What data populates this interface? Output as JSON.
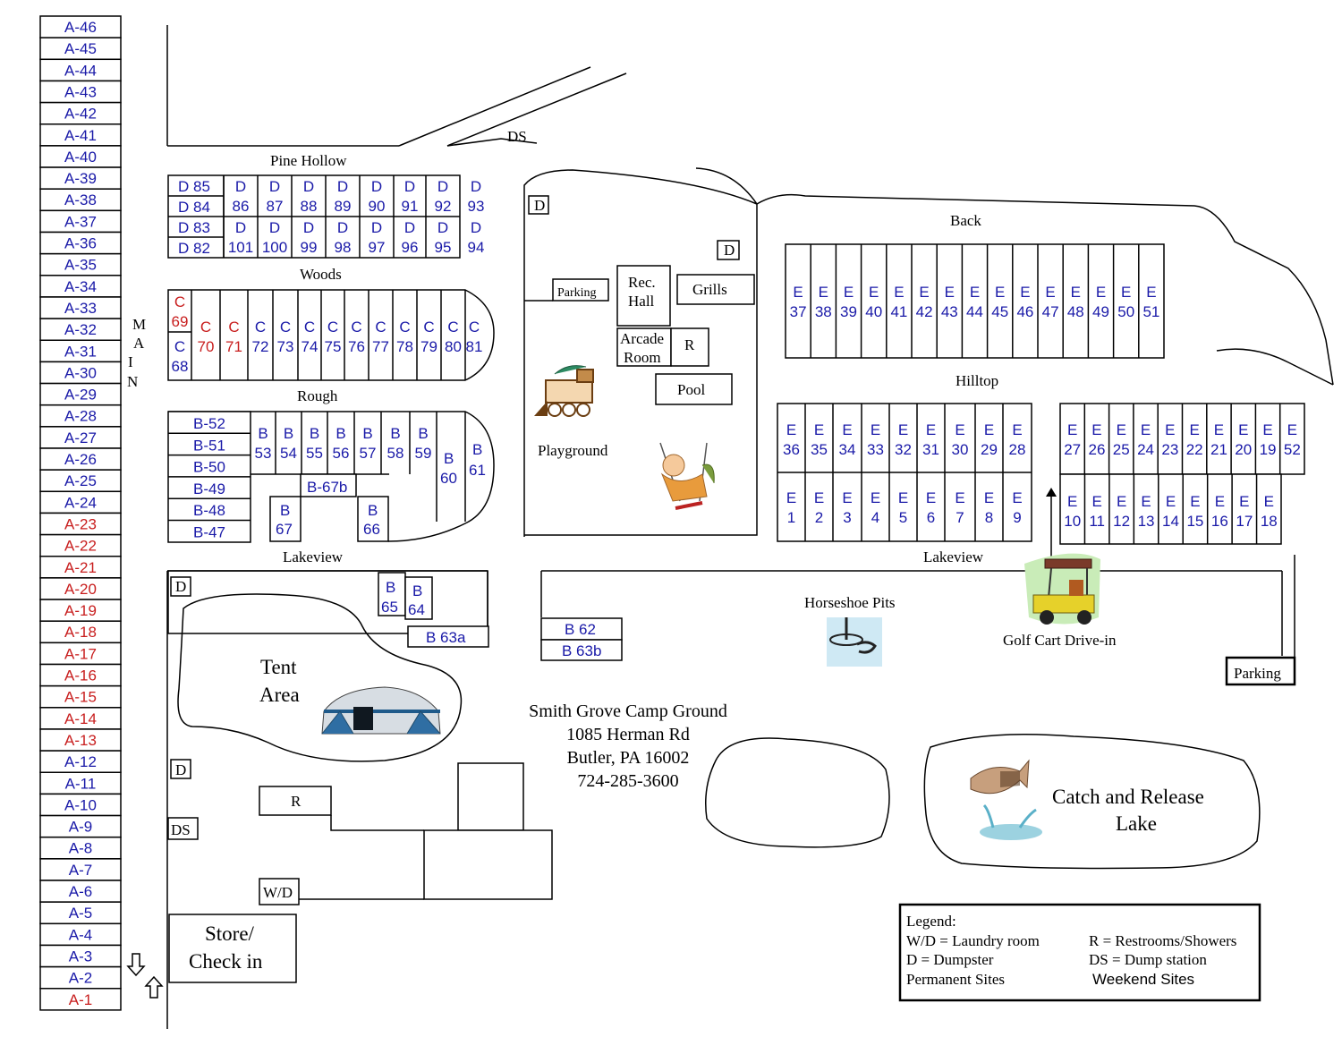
{
  "colors": {
    "permanent": "#1a1aa8",
    "weekend": "#c81e1e"
  },
  "a_sites": [
    {
      "label": "A-46",
      "type": "permanent"
    },
    {
      "label": "A-45",
      "type": "permanent"
    },
    {
      "label": "A-44",
      "type": "permanent"
    },
    {
      "label": "A-43",
      "type": "permanent"
    },
    {
      "label": "A-42",
      "type": "permanent"
    },
    {
      "label": "A-41",
      "type": "permanent"
    },
    {
      "label": "A-40",
      "type": "permanent"
    },
    {
      "label": "A-39",
      "type": "permanent"
    },
    {
      "label": "A-38",
      "type": "permanent"
    },
    {
      "label": "A-37",
      "type": "permanent"
    },
    {
      "label": "A-36",
      "type": "permanent"
    },
    {
      "label": "A-35",
      "type": "permanent"
    },
    {
      "label": "A-34",
      "type": "permanent"
    },
    {
      "label": "A-33",
      "type": "permanent"
    },
    {
      "label": "A-32",
      "type": "permanent"
    },
    {
      "label": "A-31",
      "type": "permanent"
    },
    {
      "label": "A-30",
      "type": "permanent"
    },
    {
      "label": "A-29",
      "type": "permanent"
    },
    {
      "label": "A-28",
      "type": "permanent"
    },
    {
      "label": "A-27",
      "type": "permanent"
    },
    {
      "label": "A-26",
      "type": "permanent"
    },
    {
      "label": "A-25",
      "type": "permanent"
    },
    {
      "label": "A-24",
      "type": "permanent"
    },
    {
      "label": "A-23",
      "type": "weekend"
    },
    {
      "label": "A-22",
      "type": "weekend"
    },
    {
      "label": "A-21",
      "type": "weekend"
    },
    {
      "label": "A-20",
      "type": "weekend"
    },
    {
      "label": "A-19",
      "type": "weekend"
    },
    {
      "label": "A-18",
      "type": "weekend"
    },
    {
      "label": "A-17",
      "type": "weekend"
    },
    {
      "label": "A-16",
      "type": "weekend"
    },
    {
      "label": "A-15",
      "type": "weekend"
    },
    {
      "label": "A-14",
      "type": "weekend"
    },
    {
      "label": "A-13",
      "type": "weekend"
    },
    {
      "label": "A-12",
      "type": "permanent"
    },
    {
      "label": "A-11",
      "type": "permanent"
    },
    {
      "label": "A-10",
      "type": "permanent"
    },
    {
      "label": "A-9",
      "type": "permanent"
    },
    {
      "label": "A-8",
      "type": "permanent"
    },
    {
      "label": "A-7",
      "type": "permanent"
    },
    {
      "label": "A-6",
      "type": "permanent"
    },
    {
      "label": "A-5",
      "type": "permanent"
    },
    {
      "label": "A-4",
      "type": "permanent"
    },
    {
      "label": "A-3",
      "type": "permanent"
    },
    {
      "label": "A-2",
      "type": "permanent"
    },
    {
      "label": "A-1",
      "type": "weekend"
    }
  ],
  "roads": {
    "main": "MAIN",
    "pine_hollow": "Pine Hollow",
    "woods": "Woods",
    "rough": "Rough",
    "lakeview_left": "Lakeview",
    "lakeview_right": "Lakeview",
    "back": "Back",
    "hilltop": "Hilltop",
    "ds_top": "DS"
  },
  "d_sites": {
    "left_top": [
      "D 85",
      "D 84",
      "D 83",
      "D 82"
    ],
    "top_row": [
      [
        "D",
        "86"
      ],
      [
        "D",
        "87"
      ],
      [
        "D",
        "88"
      ],
      [
        "D",
        "89"
      ],
      [
        "D",
        "90"
      ],
      [
        "D",
        "91"
      ],
      [
        "D",
        "92"
      ],
      [
        "D",
        "93"
      ]
    ],
    "bottom_row": [
      [
        "D",
        "101"
      ],
      [
        "D",
        "100"
      ],
      [
        "D",
        "99"
      ],
      [
        "D",
        "98"
      ],
      [
        "D",
        "97"
      ],
      [
        "D",
        "96"
      ],
      [
        "D",
        "95"
      ],
      [
        "D",
        "94"
      ]
    ]
  },
  "c_sites": {
    "left": [
      {
        "l1": "C",
        "l2": "69",
        "type": "weekend"
      },
      {
        "l1": "C",
        "l2": "68",
        "type": "permanent"
      }
    ],
    "row": [
      {
        "l1": "C",
        "l2": "70",
        "type": "weekend"
      },
      {
        "l1": "C",
        "l2": "71",
        "type": "weekend"
      },
      {
        "l1": "C",
        "l2": "72",
        "type": "permanent"
      },
      {
        "l1": "C",
        "l2": "73",
        "type": "permanent"
      },
      {
        "l1": "C",
        "l2": "74",
        "type": "permanent"
      },
      {
        "l1": "C",
        "l2": "75",
        "type": "permanent"
      },
      {
        "l1": "C",
        "l2": "76",
        "type": "permanent"
      },
      {
        "l1": "C",
        "l2": "77",
        "type": "permanent"
      },
      {
        "l1": "C",
        "l2": "78",
        "type": "permanent"
      },
      {
        "l1": "C",
        "l2": "79",
        "type": "permanent"
      },
      {
        "l1": "C",
        "l2": "80",
        "type": "permanent"
      },
      {
        "l1": "C",
        "l2": "81",
        "type": "permanent"
      }
    ]
  },
  "b_sites": {
    "left": [
      "B-52",
      "B-51",
      "B-50",
      "B-49",
      "B-48",
      "B-47"
    ],
    "row": [
      [
        "B",
        "53"
      ],
      [
        "B",
        "54"
      ],
      [
        "B",
        "55"
      ],
      [
        "B",
        "56"
      ],
      [
        "B",
        "57"
      ],
      [
        "B",
        "58"
      ],
      [
        "B",
        "59"
      ]
    ],
    "b60": [
      "B",
      "60"
    ],
    "b61": [
      "B",
      "61"
    ],
    "b67b": "B-67b",
    "b67": [
      "B",
      "67"
    ],
    "b66": [
      "B",
      "66"
    ],
    "b65": [
      "B",
      "65"
    ],
    "b64": [
      "B",
      "64"
    ],
    "b63a": "B 63a",
    "b62": "B 62",
    "b63b": "B 63b"
  },
  "e_sites": {
    "back_row": [
      "37",
      "38",
      "39",
      "40",
      "41",
      "42",
      "43",
      "44",
      "45",
      "46",
      "47",
      "48",
      "49",
      "50",
      "51"
    ],
    "hilltop_top_left": [
      "36",
      "35",
      "34",
      "33",
      "32",
      "31",
      "30",
      "29",
      "28"
    ],
    "hilltop_bottom_left": [
      "1",
      "2",
      "3",
      "4",
      "5",
      "6",
      "7",
      "8",
      "9"
    ],
    "hilltop_top_right": [
      "27",
      "26",
      "25",
      "24",
      "23",
      "22",
      "21",
      "20",
      "19",
      "52"
    ],
    "hilltop_bottom_right": [
      "10",
      "11",
      "12",
      "13",
      "14",
      "15",
      "16",
      "17",
      "18"
    ],
    "prefix": "E"
  },
  "facilities": {
    "d": "D",
    "parking_small": "Parking",
    "rec_hall": [
      "Rec.",
      "Hall"
    ],
    "grills": "Grills",
    "arcade": [
      "Arcade",
      "Room"
    ],
    "r": "R",
    "pool": "Pool",
    "playground": "Playground",
    "tent_area": [
      "Tent",
      "Area"
    ],
    "horseshoe": "Horseshoe Pits",
    "golf_cart": "Golf Cart Drive-in",
    "parking_right": "Parking",
    "ds": "DS",
    "wd": "W/D",
    "store": [
      "Store/",
      "Check in"
    ],
    "lake": [
      "Catch and Release",
      "Lake"
    ]
  },
  "address": [
    "Smith Grove Camp Ground",
    "1085 Herman Rd",
    "Butler, PA  16002",
    "724-285-3600"
  ],
  "legend": {
    "title": "Legend:",
    "wd": "W/D = Laundry room",
    "r": "R = Restrooms/Showers",
    "d": "D = Dumpster",
    "ds": "DS = Dump station",
    "permanent": "Permanent Sites",
    "weekend": "Weekend Sites"
  }
}
